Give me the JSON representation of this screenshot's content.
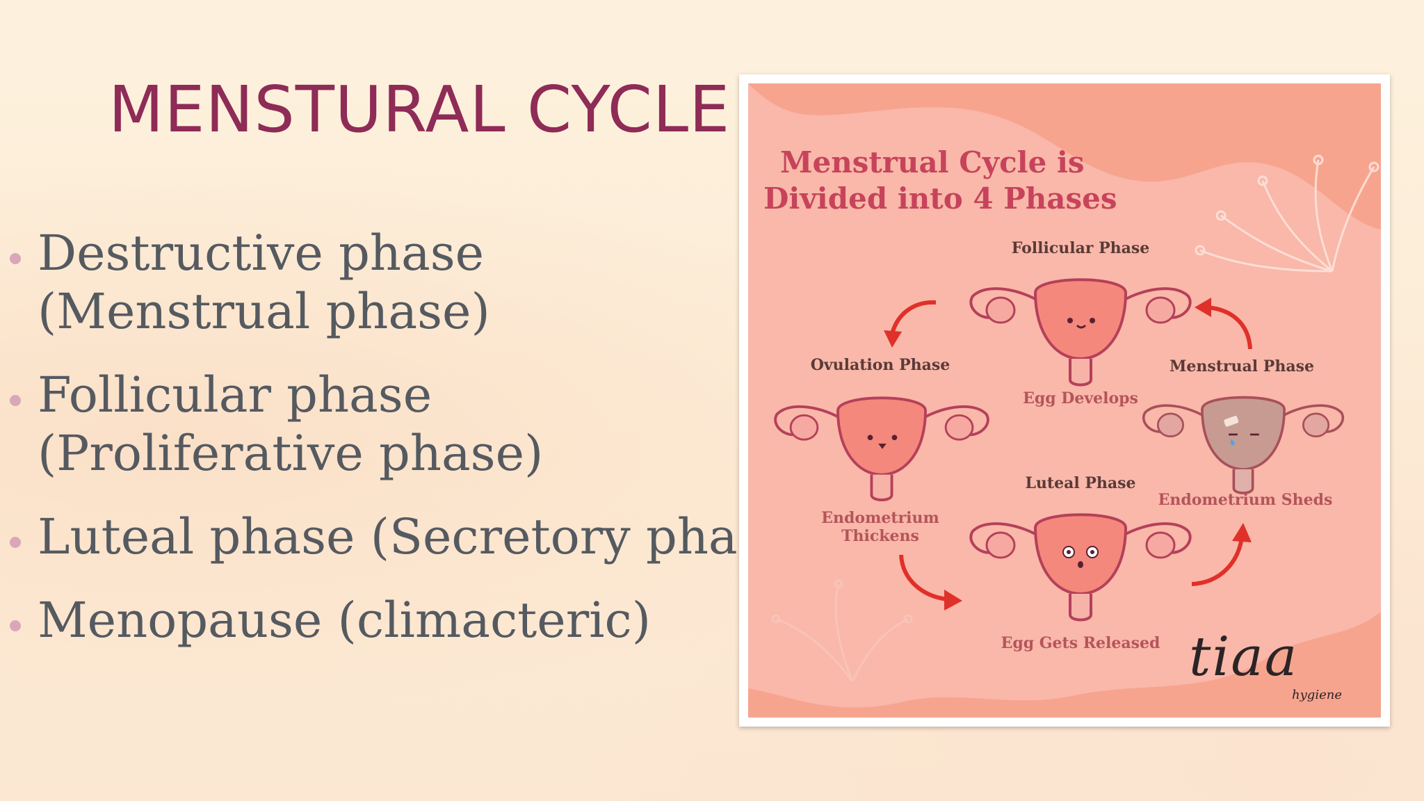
{
  "slide": {
    "title": "MENSTURAL CYCLE",
    "bullets": [
      "Destructive phase (Menstrual phase)",
      "Follicular phase (Proliferative phase)",
      "Luteal phase (Secretory phase)",
      "Menopause (climacteric)"
    ]
  },
  "infographic": {
    "heading_line1": "Menstrual Cycle is",
    "heading_line2": "Divided into 4 Phases",
    "phases": {
      "follicular": {
        "title": "Follicular Phase",
        "caption": "Egg Develops"
      },
      "ovulation": {
        "title": "Ovulation Phase",
        "caption_line1": "Endometrium",
        "caption_line2": "Thickens"
      },
      "menstrual": {
        "title": "Menstrual Phase",
        "caption": "Endometrium Sheds"
      },
      "luteal": {
        "title": "Luteal Phase",
        "caption": "Egg Gets Released"
      }
    },
    "brand": {
      "name": "tiaa",
      "sub": "hygiene"
    },
    "colors": {
      "panel": "#f9b8a9",
      "uterus": "#f4887c",
      "uterus_menstrual": "#c79b92",
      "arrow": "#e0302a",
      "heading": "#c7435b"
    }
  }
}
